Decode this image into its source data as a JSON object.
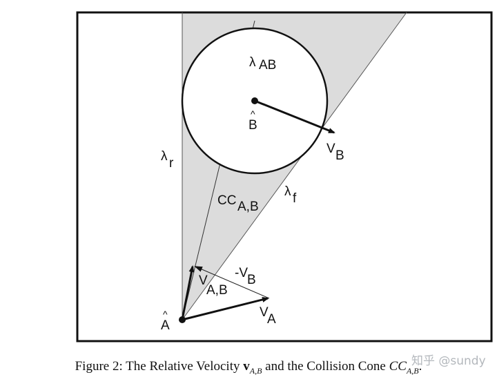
{
  "labels": {
    "lambda_ab_sym": "λ",
    "lambda_ab_sub": "AB",
    "b_hat": "^",
    "b_letter": "B",
    "vb_letter": "V",
    "vb_sub": "B",
    "lambda_r_sym": "λ",
    "lambda_r_sub": "r",
    "cc_main": "CC",
    "cc_sub": "A,B",
    "lambda_f_sym": "λ",
    "lambda_f_sub": "f",
    "neg_vb_main": "-V",
    "neg_vb_sub": "B",
    "vab_letter": "V",
    "vab_sub": "A,B",
    "a_hat": "^",
    "a_letter": "A",
    "va_letter": "V",
    "va_sub": "A"
  },
  "caption": {
    "prefix": "Figure 2: The Relative Velocity ",
    "v_bold": "v",
    "v_sub": "A,B",
    "middle": " and the Collision Cone ",
    "cc_italic": "CC",
    "cc_sub": "A,B",
    "suffix": "."
  },
  "watermark": "知乎 @sundy",
  "colors": {
    "cone_fill": "#dcdcdc",
    "stroke": "#111111",
    "background": "#ffffff"
  }
}
